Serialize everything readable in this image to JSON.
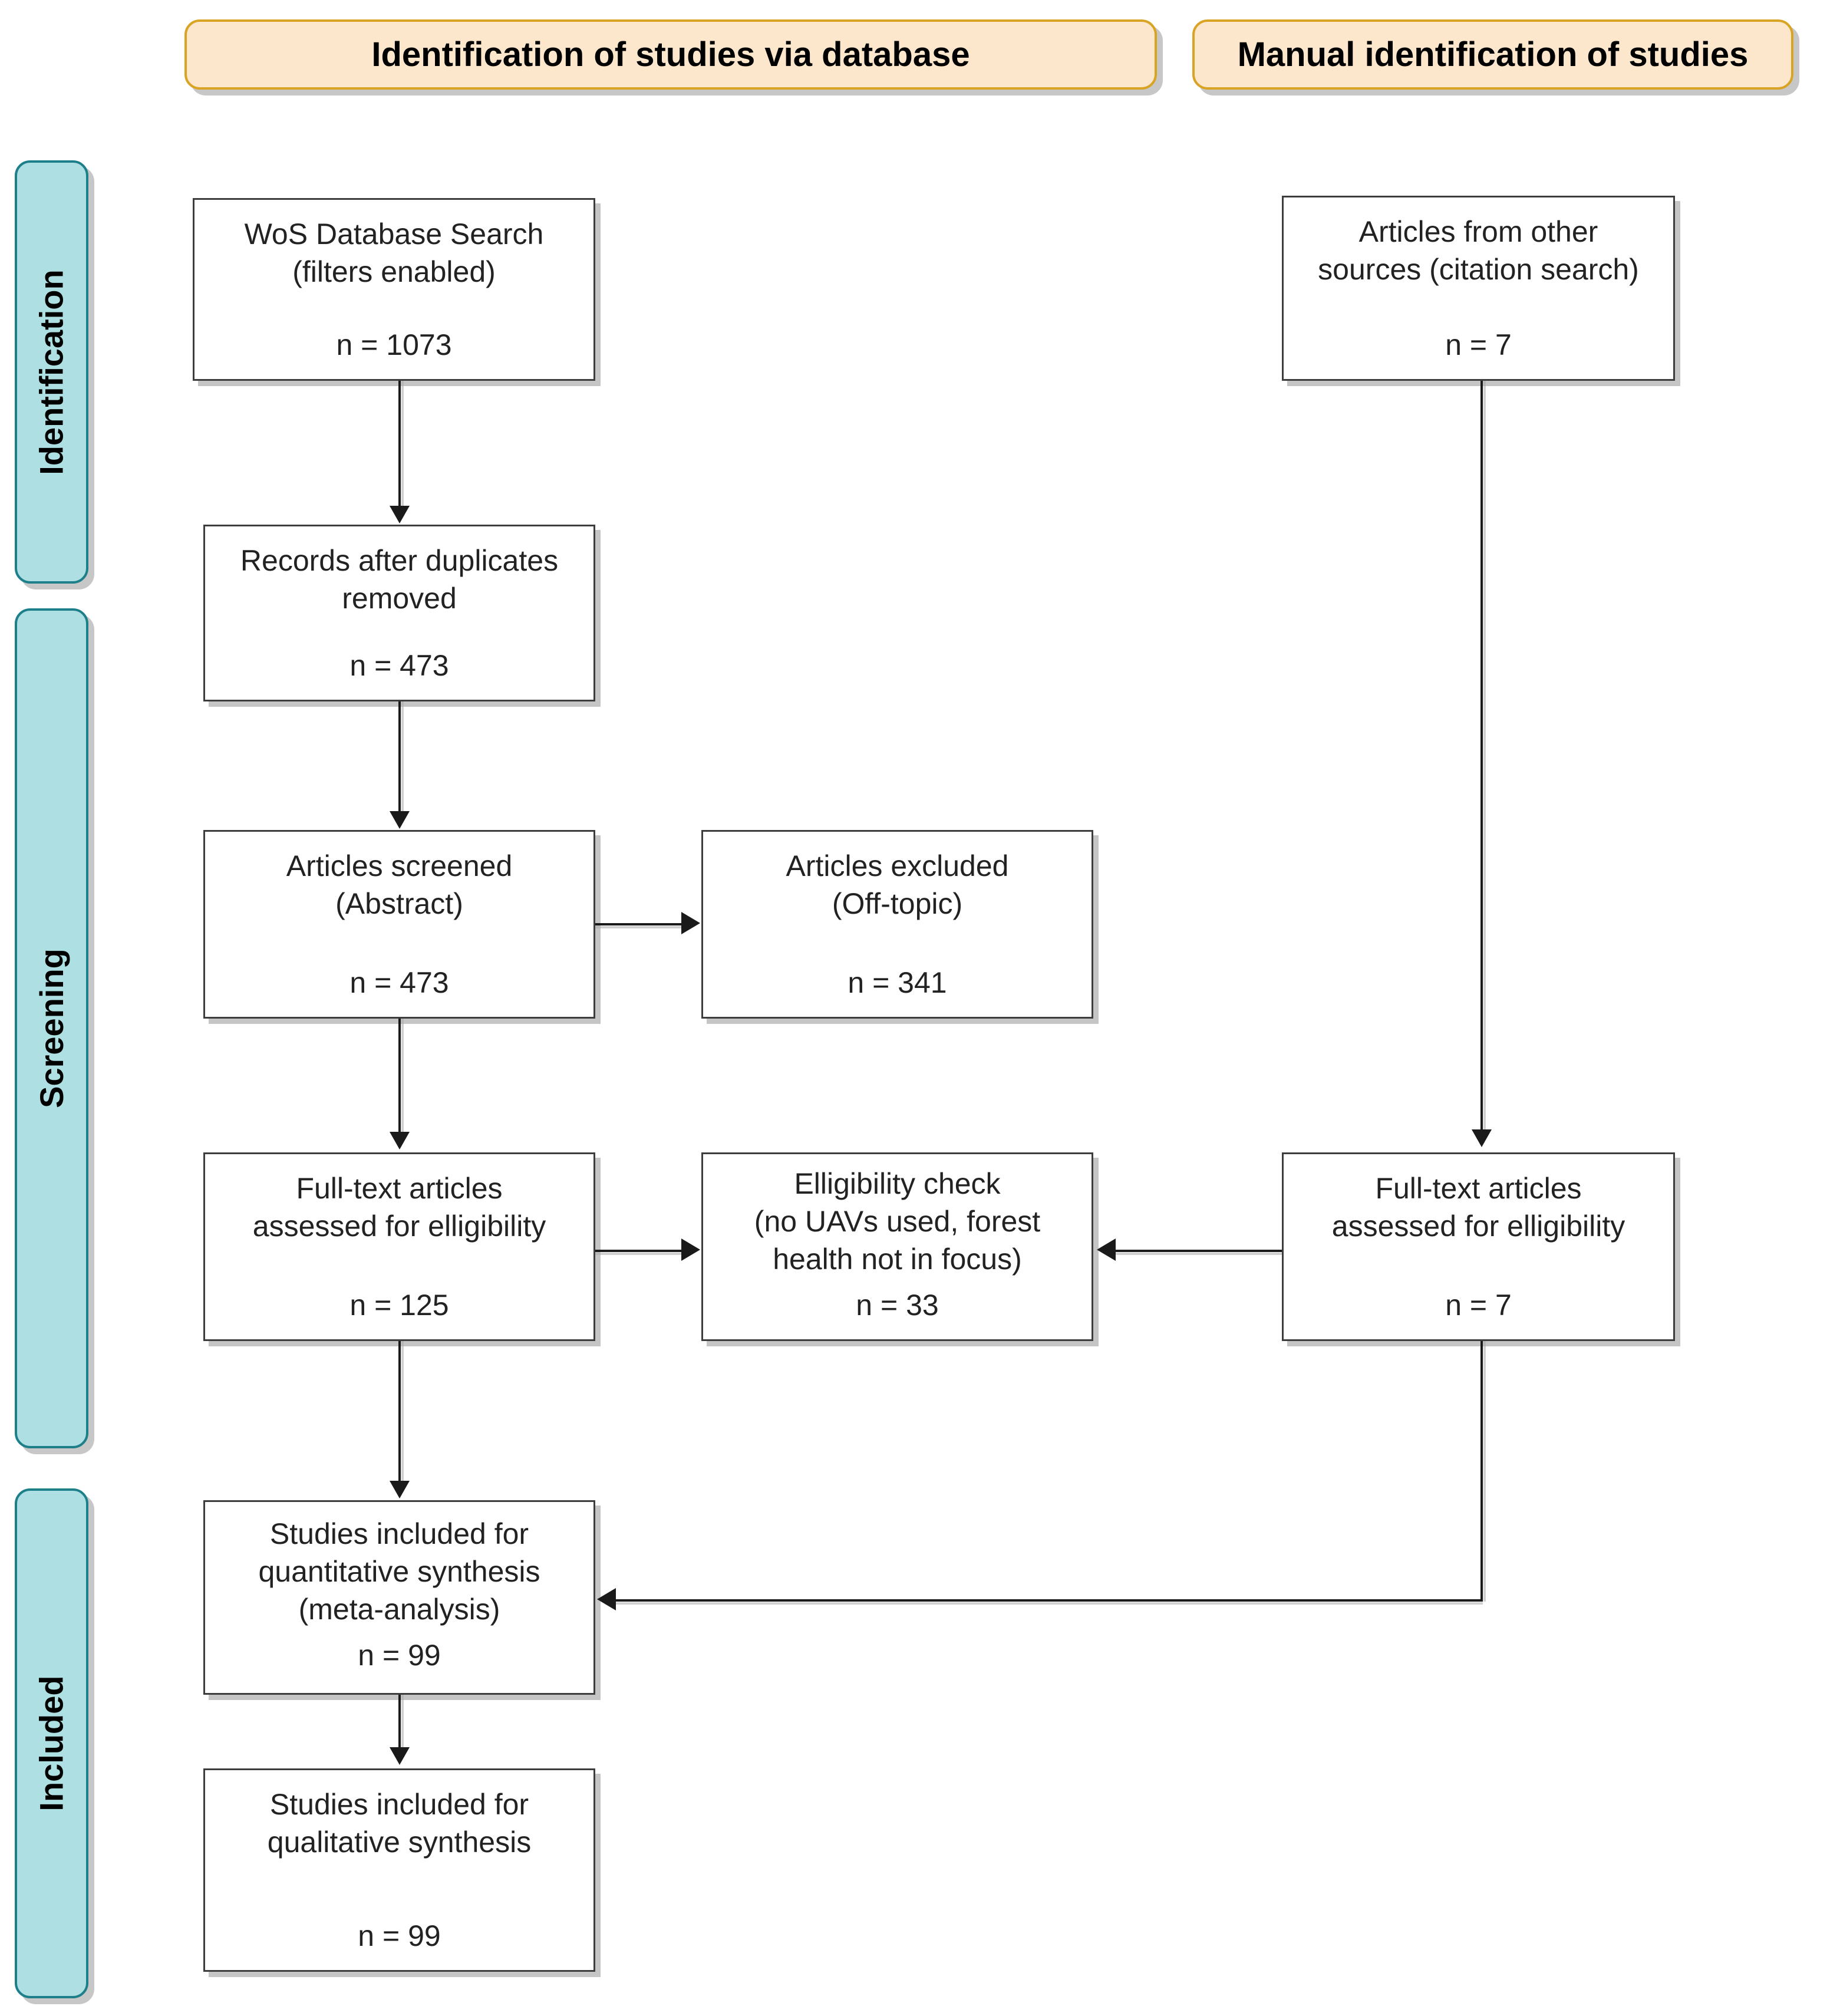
{
  "diagram": {
    "title": "PRISMA study selection flow diagram",
    "colors": {
      "banner_fill": "#fce7cd",
      "banner_border": "#d9a323",
      "rail_fill": "#addfe3",
      "rail_border": "#1c7f89",
      "node_border": "#3d3d3d",
      "node_fill": "#ffffff",
      "connector": "#1a1a1a"
    }
  },
  "banners": [
    {
      "label": "Identification of studies via database"
    },
    {
      "label": "Manual identification of studies"
    }
  ],
  "rails": [
    {
      "label": "Identification"
    },
    {
      "label": "Screening"
    },
    {
      "label": "Included"
    }
  ],
  "nodes": {
    "wos_search": {
      "line1": "WoS Database Search",
      "line2": "(filters enabled)",
      "count": "n = 1073"
    },
    "other_sources": {
      "line1": "Articles from other",
      "line2": "sources (citation search)",
      "count": "n = 7"
    },
    "after_duplicates": {
      "line1": "Records after duplicates",
      "line2": "removed",
      "count": "n = 473"
    },
    "screened": {
      "line1": "Articles screened",
      "line2": "(Abstract)",
      "count": "n = 473"
    },
    "excluded": {
      "line1": "Articles excluded",
      "line2": "(Off-topic)",
      "count": "n = 341"
    },
    "fulltext_db": {
      "line1": "Full-text articles",
      "line2": "assessed for elligibility",
      "count": "n = 125"
    },
    "eligibility_check": {
      "line1": "Elligibility check",
      "line2": "(no UAVs used, forest",
      "line3": "health not in focus)",
      "count": "n = 33"
    },
    "fulltext_manual": {
      "line1": "Full-text articles",
      "line2": "assessed for elligibility",
      "count": "n = 7"
    },
    "quantitative": {
      "line1": "Studies included for",
      "line2": "quantitative synthesis",
      "line3": "(meta-analysis)",
      "count": "n = 99"
    },
    "qualitative": {
      "line1": "Studies included for",
      "line2": "qualitative synthesis",
      "count": "n = 99"
    }
  }
}
